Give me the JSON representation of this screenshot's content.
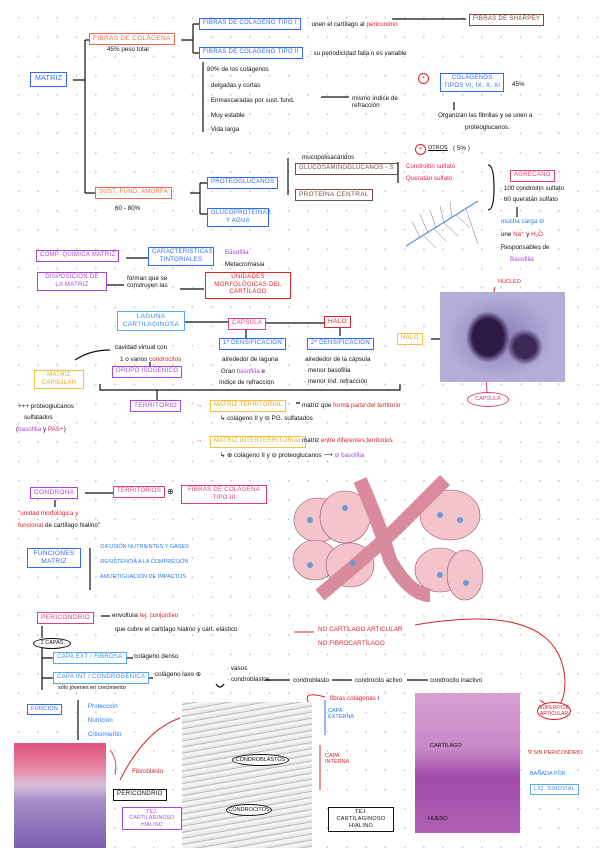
{
  "matriz": {
    "title": "Matriz",
    "fibras": {
      "title": "Fibras de colágena",
      "pct": "45% peso total",
      "tipo1": {
        "label": "Fibras de colágeno tipo I",
        "desc_a": ": unen el cartílago al ",
        "desc_b": "pericondrio",
        "sharpey": "Fibras de Sharpey"
      },
      "tipo2": {
        "label": "Fibras de colágeno tipo II",
        "desc": ": su periodicidad falla o es variable",
        "items": [
          "80% de los colágenos",
          "· delgadas y cortas",
          "· Enmascaradas por sust. fund.",
          "· Muy estable",
          "· Vida larga"
        ],
        "refraccion": "mismo índice de refracción"
      },
      "otros_col": {
        "label_a": "Colágenos",
        "label_b": "tipos VI, IX, X, XI",
        "pct": "45%",
        "desc_a": "Organizan las fibrillas y se unen a",
        "desc_b": "proteoglucanos."
      },
      "otros": {
        "label": "otros",
        "pct": "( 5% )"
      }
    },
    "sust": {
      "title": "Sust. fund. amorfa",
      "pct": "60 - 80%",
      "proteoglucanos": "Proteoglucanos",
      "gluco": "Glucoproteínas y agua",
      "mucopoli": "mucopolisacáridos",
      "gag": "Glucosaminoglucanos - S",
      "proteina": "Proteína central",
      "gag_items": [
        "· Condroitín sulfato",
        "· Queratán sulfato"
      ],
      "agrecano": "Agrecano",
      "agrecano_items": [
        "· 100 condroitín sulfato",
        "· 60 queratán sulfato"
      ],
      "props": {
        "carga": "· mucha carga ⊖",
        "une_a": "· une ",
        "na": "Na⁺",
        "y": " y ",
        "h2o": "H₂O",
        "resp": "· Responsables de",
        "basofilia": "Basofilia"
      }
    }
  },
  "comp": {
    "label": "Comp. química matriz",
    "tint": "Características tintoriales",
    "items": [
      "· Basofilia",
      "· Metacromasia"
    ]
  },
  "disp": {
    "label": "Disposición de la matriz",
    "desc": "forman que se construyen las",
    "unidades": "Unidades morfológicas del cartílago"
  },
  "laguna": {
    "label": "Laguna cartilaginosa",
    "desc_a": "cavidad virtual con",
    "desc_b": "1 o varios ",
    "desc_c": "condrocitos",
    "grupo": "Grupo isogénico",
    "capsula": "Cápsula",
    "halo": "Halo",
    "d1": {
      "label": "1ª densificación",
      "desc": "alrededor de laguna",
      "items_a": "· Gran ",
      "items_b": "basofilia",
      "items_c": " e",
      "items_d": "índice de refracción"
    },
    "d2": {
      "label": "2ª densificación",
      "desc": "alrededor de la cápsula",
      "items": [
        "· menor basofilia",
        "· menor índ. refracción"
      ]
    },
    "matriz_capsular": "Matriz capsular",
    "mc_desc_a": "+++ proteoglucanos",
    "mc_desc_b": "sulfatados",
    "mc_basofilia": "basofilia",
    "mc_y": " y ",
    "mc_pas": "PAS+",
    "territorio": "Territorio",
    "mt": {
      "label": "Matriz territorial",
      "desc_a": "matriz que ",
      "desc_b": "forma parte del territorio",
      "sub": "↳ colágeno II y ⊖ PG. sulfatados"
    },
    "mi": {
      "label": "Matriz interterritorial",
      "desc_a": "matriz ",
      "desc_b": "entre diferentes territorios",
      "sub": "↳ ⊕ colágeno II y ⊖ proteoglucanos ⟶",
      "baso": "⊖ basofilia"
    },
    "img": {
      "nucleo": "Núcleo",
      "halo": "Halo",
      "capsula": "Cápsula"
    }
  },
  "condrona": {
    "label": "Condrona",
    "territorios": "Territorios",
    "plus": "⊕",
    "fibras": "Fibras de colágena tipo III",
    "desc_a": "\"unidad morfológica y",
    "desc_b": "funcional",
    "desc_c": " de cartílago hialino\""
  },
  "funciones": {
    "label": "Funciones matriz",
    "items": [
      "· Difusión nutrientes y gases",
      "· Resistencia a la compresión",
      "· Amortiguación de impactos"
    ]
  },
  "pericondrio": {
    "label": "Pericondrio",
    "desc_a": "envoltura ",
    "desc_b": "tej. conjuntivo",
    "desc_c": "que cubre el cartílago hialino y cart. elástico",
    "no1": "NO cartílago articular",
    "no2": "NO fibrocartílago",
    "capas": "2 capas",
    "ext": "Capa ext / fibrosa",
    "ext_desc": "colágeno denso",
    "int": "Capa int / condrogénica",
    "int_desc": "colágeno laxo ⊕",
    "int_sub": "sólo jóvenes en crecimiento",
    "vasos": "· vasos",
    "condroblastos": "· condroblastos",
    "chain": [
      "condroblasto",
      "condrocito activo",
      "condrocito inactivo"
    ],
    "funcion": "Función",
    "funcion_items": [
      "· Protección",
      "· Nutrición",
      "· Crecimiento"
    ]
  },
  "imagenes": {
    "fibroblasto": "Fibroblasto",
    "pericondrio": "Pericondrio",
    "tej1": "Tej. cartilaginoso hialino",
    "fibras1": "fibras colágenas I",
    "capa_ext": "Capa externa",
    "capa_int": "Capa interna",
    "condroblastos": "Condroblastos",
    "condrocitos": "Condrocitos",
    "tej2": "Tej. cartilaginoso hialino",
    "cartilago": "Cartílago",
    "hueso": "Hueso",
    "superficie": "Superficie articular",
    "sin": "∇ sin pericondrio",
    "banada": "Bañada por",
    "liquido": "Líq. sinovial"
  },
  "colors": {
    "blue": "#2f6cf0",
    "orange": "#f26b4b",
    "pink": "#e0407a",
    "purple": "#a745e0",
    "red": "#d9242a",
    "yellow": "#f5c242",
    "brown": "#7a4a46"
  }
}
